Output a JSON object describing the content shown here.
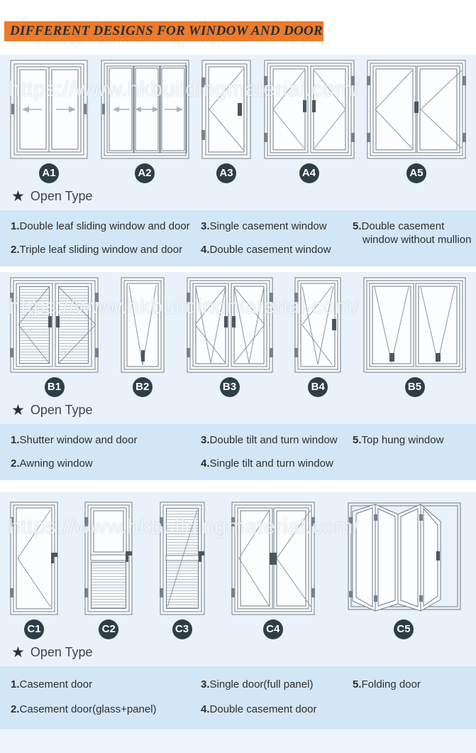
{
  "page": {
    "title": "DIFFERENT DESIGNS FOR WINDOW AND DOOR",
    "watermark": "https://www.hkbuildingmaterial.com/",
    "colors": {
      "accent_orange": "#ee7b2a",
      "panel_blue": "#e9f2fa",
      "list_blue": "#d2e6f6",
      "badge_dark": "#2d3e46"
    }
  },
  "sections": [
    {
      "name": "A",
      "open_type_label": "Open Type",
      "badges": [
        "A1",
        "A2",
        "A3",
        "A4",
        "A5"
      ],
      "list": [
        {
          "num": "1.",
          "label": "Double leaf sliding window and door"
        },
        {
          "num": "2.",
          "label": "Triple leaf sliding window and door"
        },
        {
          "num": "3.",
          "label": "Single casement window"
        },
        {
          "num": "4.",
          "label": "Double casement window"
        },
        {
          "num": "5.",
          "label": "Double casement window without mullion"
        }
      ]
    },
    {
      "name": "B",
      "open_type_label": "Open Type",
      "badges": [
        "B1",
        "B2",
        "B3",
        "B4",
        "B5"
      ],
      "list": [
        {
          "num": "1.",
          "label": "Shutter window and door"
        },
        {
          "num": "2.",
          "label": "Awning window"
        },
        {
          "num": "3.",
          "label": "Double tilt and turn window"
        },
        {
          "num": "4.",
          "label": "Single tilt and turn window"
        },
        {
          "num": "5.",
          "label": "Top hung window"
        }
      ]
    },
    {
      "name": "C",
      "open_type_label": "Open Type",
      "badges": [
        "C1",
        "C2",
        "C3",
        "C4",
        "C5"
      ],
      "list": [
        {
          "num": "1.",
          "label": "Casement door"
        },
        {
          "num": "2.",
          "label": "Casement door(glass+panel)"
        },
        {
          "num": "3.",
          "label": "Single door(full panel)"
        },
        {
          "num": "4.",
          "label": "Double casement door"
        },
        {
          "num": "5.",
          "label": "Folding door"
        }
      ]
    }
  ]
}
